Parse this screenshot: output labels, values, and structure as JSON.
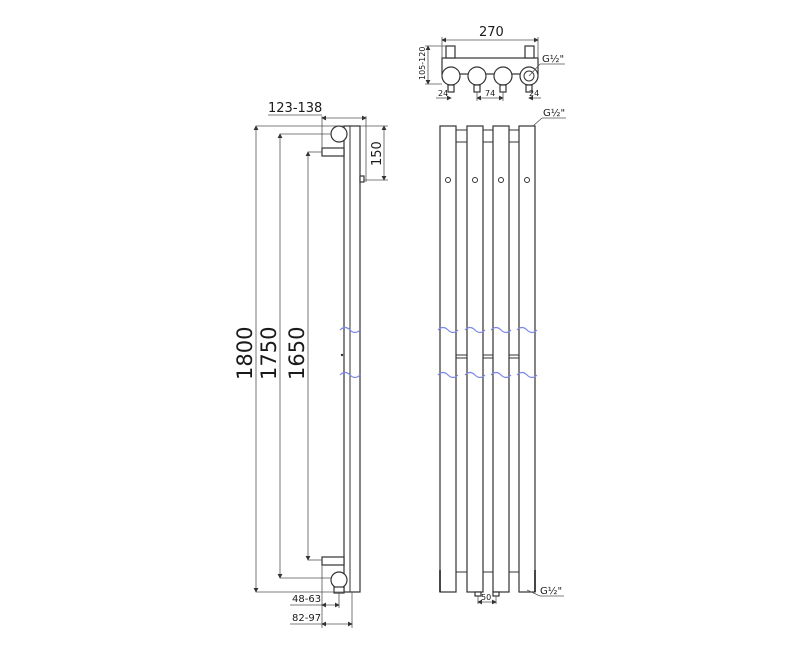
{
  "drawing": {
    "title": "Vertical radiator dimensional drawing",
    "side_view": {
      "dims": {
        "total_height": "1800",
        "height_middle": "1750",
        "bracket_spacing": "1650",
        "wall_depth_top": "123-138",
        "top_connection_offset": "150",
        "bottom_depth_1": "48-63",
        "bottom_depth_2": "82-97"
      }
    },
    "top_view": {
      "dims": {
        "width": "270",
        "height_range": "105-120",
        "left_offset": "24",
        "pipe_spacing": "74",
        "right_offset": "24"
      },
      "thread_label": "G½\""
    },
    "front_view": {
      "column_count": 4,
      "top_thread_label": "G½\"",
      "bottom_thread_label": "G½\"",
      "bottom_spacing": "50"
    },
    "colors": {
      "line": "#333333",
      "break_mark": "#7a86e8",
      "background": "#ffffff"
    }
  }
}
